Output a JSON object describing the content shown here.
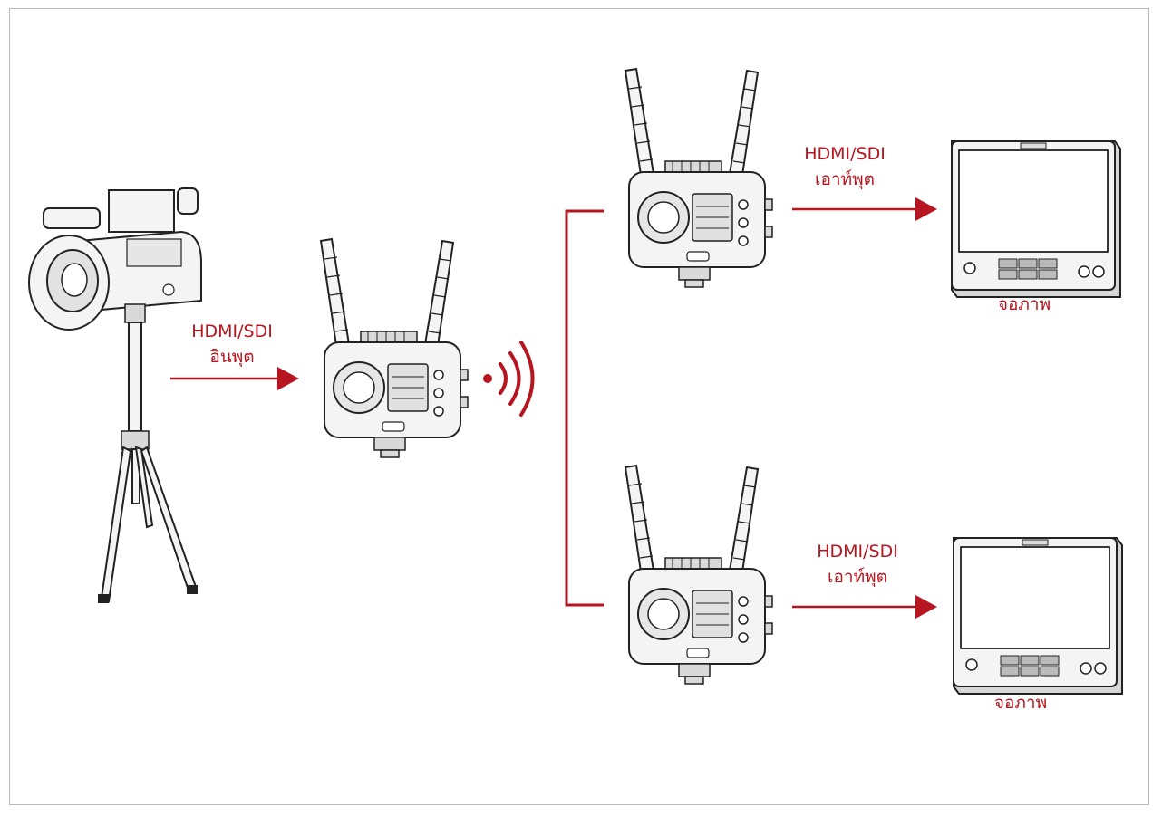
{
  "colors": {
    "accent": "#b7151f",
    "line_art": "#222222",
    "frame": "#b8b8b8"
  },
  "labels": {
    "input_line1": "HDMI/SDI",
    "input_line2": "อินพุต",
    "output_top_line1": "HDMI/SDI",
    "output_top_line2": "เอาท์พุต",
    "output_bottom_line1": "HDMI/SDI",
    "output_bottom_line2": "เอาท์พุต",
    "monitor_top": "จอภาพ",
    "monitor_bottom": "จอภาพ"
  },
  "icons": [
    "camcorder-icon",
    "tripod-icon",
    "transmitter-icon",
    "wireless-signal-icon",
    "receiver-icon",
    "monitor-icon",
    "arrow-right-icon"
  ]
}
